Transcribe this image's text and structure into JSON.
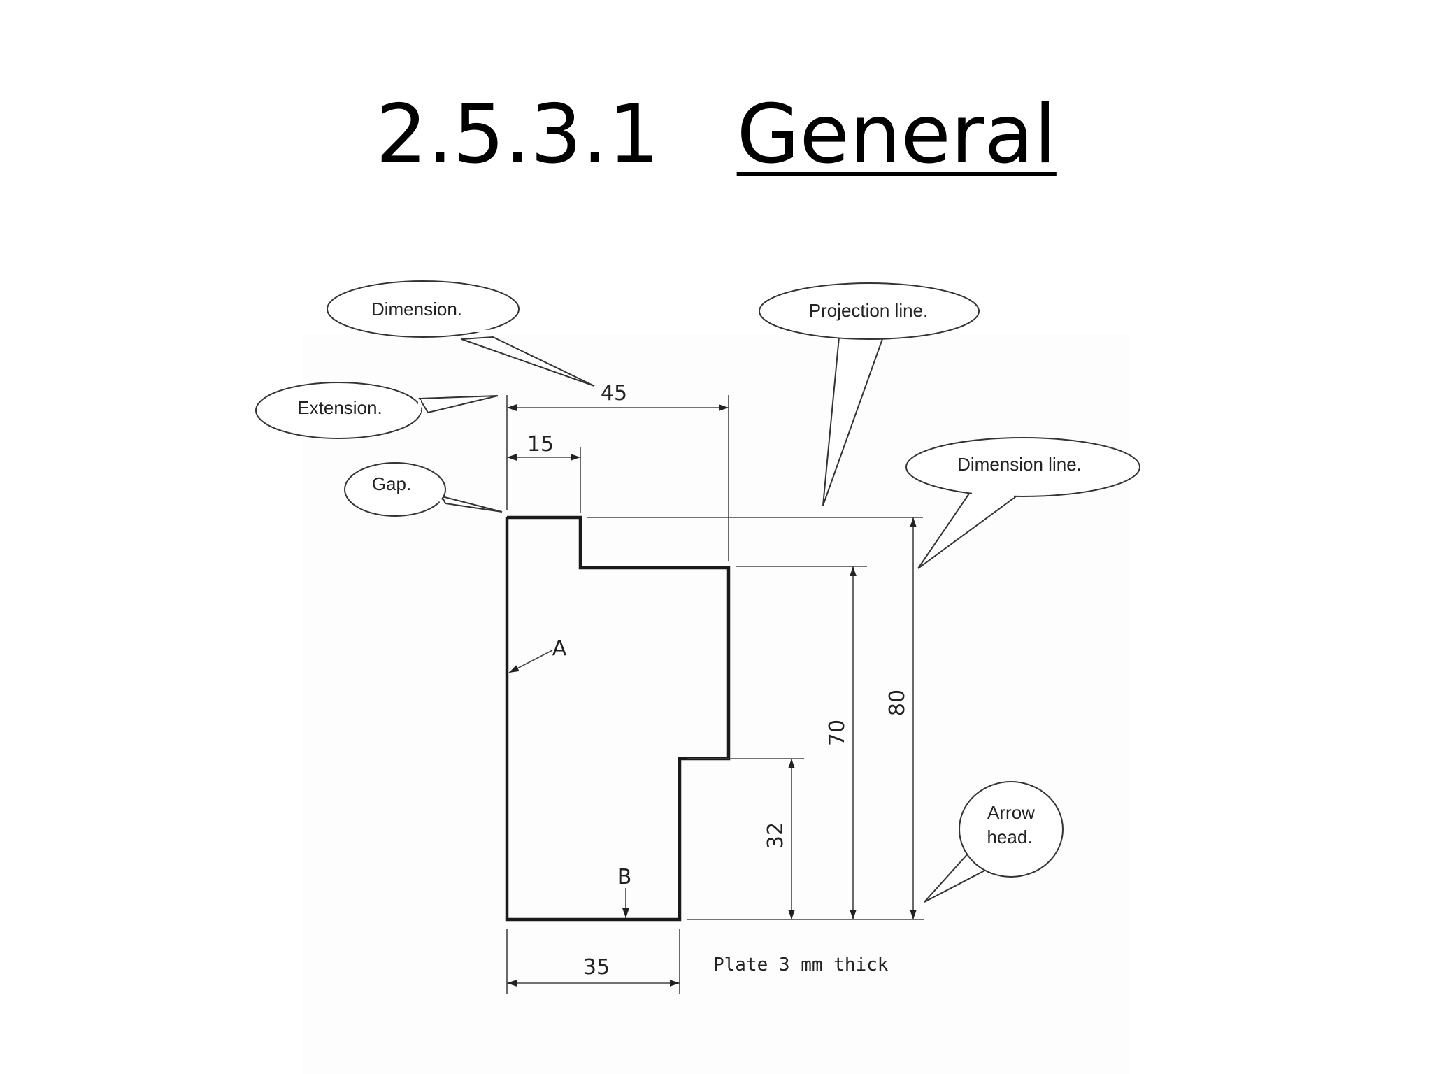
{
  "title": {
    "number": "2.5.3.1",
    "text": "General"
  },
  "callouts": {
    "dimension": "Dimension.",
    "projection_line": "Projection line.",
    "extension": "Extension.",
    "gap": "Gap.",
    "dimension_line": "Dimension line.",
    "arrow_head_line1": "Arrow",
    "arrow_head_line2": "head."
  },
  "dimensions": {
    "overall_width": "45",
    "step_width": "15",
    "base_width": "35",
    "lower_height": "32",
    "middle_height": "70",
    "overall_height": "80"
  },
  "labels": {
    "edge_a": "A",
    "edge_b": "B"
  },
  "note": "Plate 3 mm thick",
  "colors": {
    "background": "#ffffff",
    "panel": "#fdfdfd",
    "outline": "#1a1a1a"
  }
}
